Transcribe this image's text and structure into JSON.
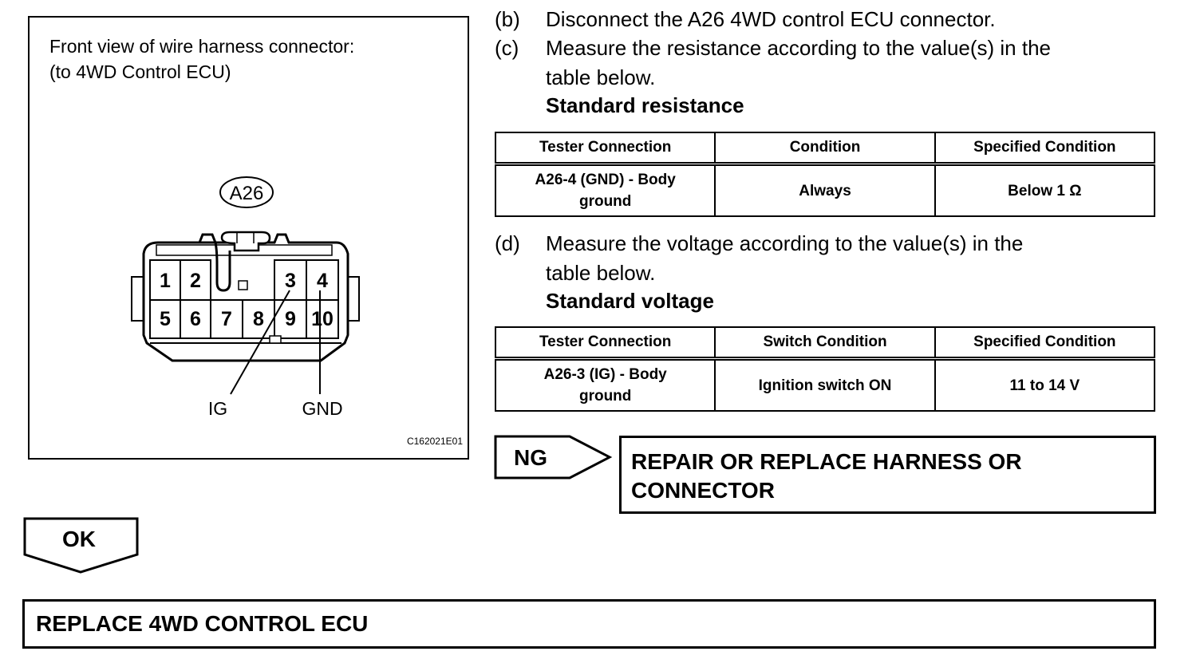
{
  "figure": {
    "caption_line1": "Front view of wire harness connector:",
    "caption_line2": "(to 4WD Control ECU)",
    "connector_id": "A26",
    "pins": [
      "1",
      "2",
      "3",
      "4",
      "5",
      "6",
      "7",
      "8",
      "9",
      "10"
    ],
    "terminal_labels": {
      "ig": "IG",
      "gnd": "GND"
    },
    "figure_code": "C162021E01"
  },
  "steps": {
    "b": {
      "label": "(b)",
      "text": "Disconnect the A26 4WD control ECU connector."
    },
    "c": {
      "label": "(c)",
      "text_line1": "Measure the resistance according to the value(s) in the",
      "text_line2": "table below.",
      "subheading": "Standard resistance"
    },
    "d": {
      "label": "(d)",
      "text_line1": "Measure the voltage according to the value(s) in the",
      "text_line2": "table below.",
      "subheading": "Standard voltage"
    }
  },
  "resistance_table": {
    "headers": [
      "Tester Connection",
      "Condition",
      "Specified Condition"
    ],
    "rows": [
      {
        "tester_line1": "A26-4 (GND) - Body",
        "tester_line2": "ground",
        "condition": "Always",
        "specified": "Below 1 Ω"
      }
    ]
  },
  "voltage_table": {
    "headers": [
      "Tester Connection",
      "Switch Condition",
      "Specified Condition"
    ],
    "rows": [
      {
        "tester_line1": "A26-3 (IG) - Body",
        "tester_line2": "ground",
        "condition": "Ignition switch ON",
        "specified": "11 to 14 V"
      }
    ]
  },
  "ng_branch": {
    "flag": "NG",
    "action_line1": "REPAIR OR REPLACE HARNESS OR",
    "action_line2": "CONNECTOR"
  },
  "ok_branch": {
    "flag": "OK",
    "action": "REPLACE 4WD CONTROL ECU"
  }
}
